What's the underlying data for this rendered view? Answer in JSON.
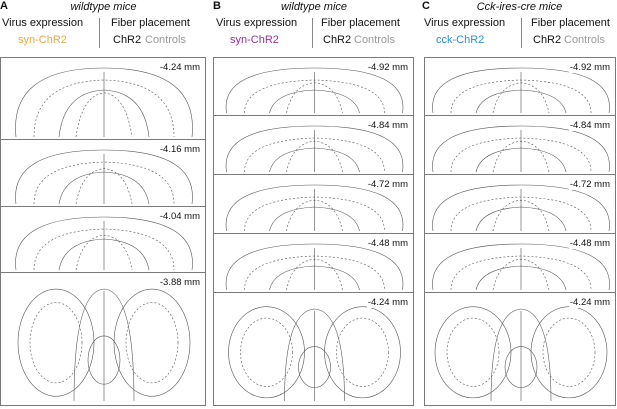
{
  "panels": [
    {
      "letter": "A",
      "title": "wildtype mice",
      "virus_heading": "Virus expression",
      "virus_label": "syn-ChR2",
      "virus_color": "#f0a640",
      "fiber_heading": "Fiber placement",
      "fiber_chr2": "ChR2",
      "fiber_controls": "Controls",
      "sections": [
        "-4.24 mm",
        "-4.16 mm",
        "-4.04 mm",
        "-3.88 mm"
      ]
    },
    {
      "letter": "B",
      "title": "wildtype mice",
      "virus_heading": "Virus expression",
      "virus_label": "syn-ChR2",
      "virus_color": "#9b2f9b",
      "fiber_heading": "Fiber placement",
      "fiber_chr2": "ChR2",
      "fiber_controls": "Controls",
      "sections": [
        "-4.92 mm",
        "-4.84 mm",
        "-4.72 mm",
        "-4.48 mm",
        "-4.24 mm"
      ]
    },
    {
      "letter": "C",
      "title": "Cck-ires-cre mice",
      "virus_heading": "Virus expression",
      "virus_label": "cck-ChR2",
      "virus_color": "#2b8fd6",
      "fiber_heading": "Fiber placement",
      "fiber_chr2": "ChR2",
      "fiber_controls": "Controls",
      "sections": [
        "-4.92 mm",
        "-4.84 mm",
        "-4.72 mm",
        "-4.48 mm",
        "-4.24 mm"
      ]
    }
  ]
}
